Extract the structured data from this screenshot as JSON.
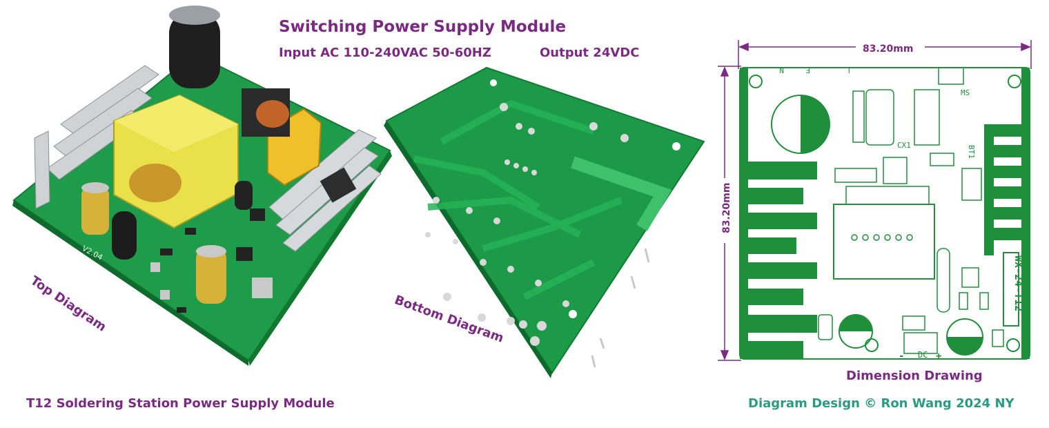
{
  "header": {
    "title": "Switching Power Supply Module",
    "input_spec": "Input AC 110-240VAC 50-60HZ",
    "output_spec": "Output 24VDC"
  },
  "photos": {
    "top_label": "Top Diagram",
    "bottom_label": "Bottom  Diagram",
    "footer": "T12 Soldering Station Power Supply Module",
    "board_version": "V2.04"
  },
  "drawing": {
    "title": "Dimension Drawing",
    "width_dim": "83.20mm",
    "height_dim": "83.20mm",
    "model": "WX-24-T12",
    "pin_n": "N",
    "pin_e": "E",
    "pin_l": "L",
    "ms": "MS",
    "bt1": "BT1",
    "cx1": "CX1",
    "dc": "DC",
    "plus": "+",
    "minus": "-"
  },
  "credit": "Diagram Design © Ron Wang 2024 NY",
  "colors": {
    "accent_purple": "#7b2a82",
    "accent_teal": "#2a9a82",
    "pcb_green": "#1e9a4a",
    "silk_green": "#1f8f3c"
  }
}
